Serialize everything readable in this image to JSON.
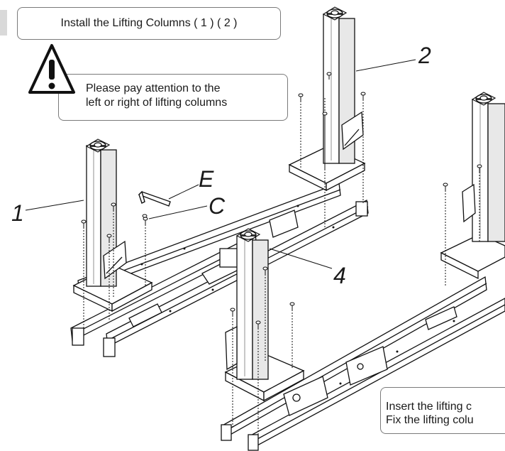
{
  "title": "Install the Lifting Columns ( 1 ) ( 2 )",
  "warning": {
    "icon": "warning-triangle-icon",
    "line1": "Please pay attention to the",
    "line2": "left or right of lifting columns"
  },
  "note": {
    "line1": "Insert the lifting c",
    "line2": "Fix the lifting colu"
  },
  "callouts": {
    "column_1": "1",
    "column_2": "2",
    "column_4": "4",
    "part_e": "E",
    "part_c": "C"
  },
  "parts": {
    "hex_key_icon": "allen-key-icon",
    "screw_icon": "screw-icon"
  }
}
